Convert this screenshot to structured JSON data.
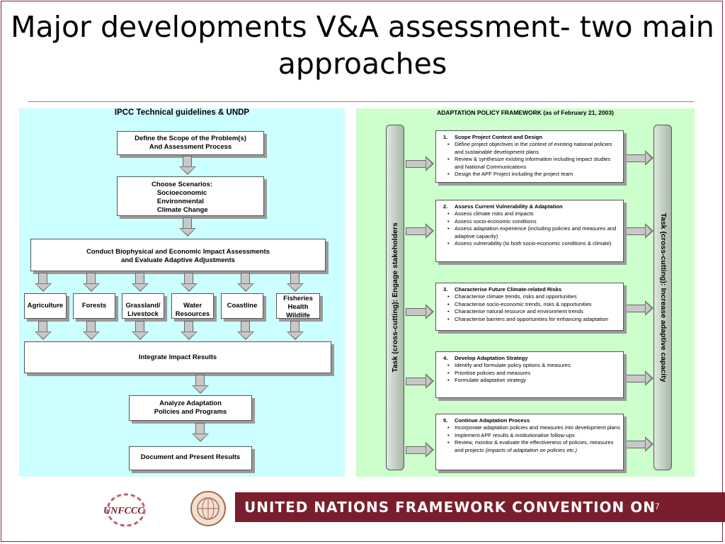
{
  "title": "Major developments V&A assessment- two main approaches",
  "left": {
    "heading": "IPCC Technical guidelines & UNDP",
    "scope": "Define the Scope of the Problem(s)\nAnd Assessment Process",
    "scenarios": "Choose Scenarios:\n   Socioeconomic\n   Environmental\n   Climate Change",
    "conduct": "Conduct Biophysical and Economic Impact Assessments\nand Evaluate Adaptive Adjustments",
    "sectors": [
      "Agriculture",
      "Forests",
      "Grassland/\nLivestock",
      "Water\nResources",
      "Coastline",
      "Fisheries\nHealth\nWildlife"
    ],
    "integrate": "Integrate Impact Results",
    "analyze": "Analyze Adaptation\nPolicies and Programs",
    "document": "Document and Present Results"
  },
  "right": {
    "heading": "ADAPTATION POLICY FRAMEWORK (as of February 21, 2003)",
    "left_bar": "Task (cross-cutting): Engage stakeholders",
    "right_bar": "Task (cross-cutting): Increase adaptive capacity",
    "steps": [
      {
        "num": "1.",
        "title": "Scope Project Context and Design",
        "items": [
          "Define project objectives in the context of existing national policies and sustainable development plans",
          "Review & synthesize existing information including impact studies and National Communications",
          "Design the APF Project including the project team"
        ]
      },
      {
        "num": "2.",
        "title": "Assess Current Vulnerability & Adaptation",
        "items": [
          "Assess climate risks and impacts",
          "Assess socio-economic conditions",
          "Assess adaptation experience (including policies and measures and adaptive capacity)",
          "Assess vulnerability (to both socio-economic conditions & climate)"
        ]
      },
      {
        "num": "3.",
        "title": "Characterise Future Climate-related Risks",
        "items": [
          "Characterise climate trends, risks and opportunities",
          "Characterise socio-economic trends, risks & opportunities",
          "Characterise natural resource and environment trends",
          "Characterise barriers and opportunities for enhancing adaptation"
        ]
      },
      {
        "num": "4.",
        "title": "Develop Adaptation Strategy",
        "items": [
          "Identify and formulate policy options & measures",
          "Prioritise policies and measures",
          "Formulate adaptation strategy"
        ]
      },
      {
        "num": "5.",
        "title": "Continue Adaptation Process",
        "items": [
          "Incorporate adaptation policies and measures into development plans",
          "Implement APF results & institutionalise follow-ups",
          "Review, monitor & evaluate the effectiveness of policies, measures and projects"
        ],
        "last_italic": "(impacts of adaptation on policies etc.)"
      }
    ]
  },
  "footer": {
    "banner": "UNITED NATIONS FRAMEWORK CONVENTION ON CLIMATE CHANGE",
    "logo_text": "UNFCCC",
    "page": "7",
    "band_color": "#7a1e2d"
  }
}
